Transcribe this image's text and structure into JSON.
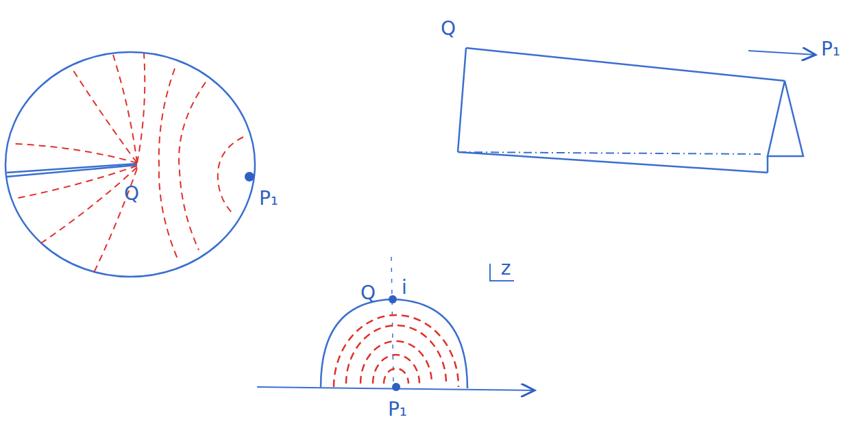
{
  "diagram": {
    "labels": [
      "Q",
      "P₁",
      "Q",
      "P₁",
      "Q",
      "i",
      "P₁",
      "z"
    ]
  }
}
